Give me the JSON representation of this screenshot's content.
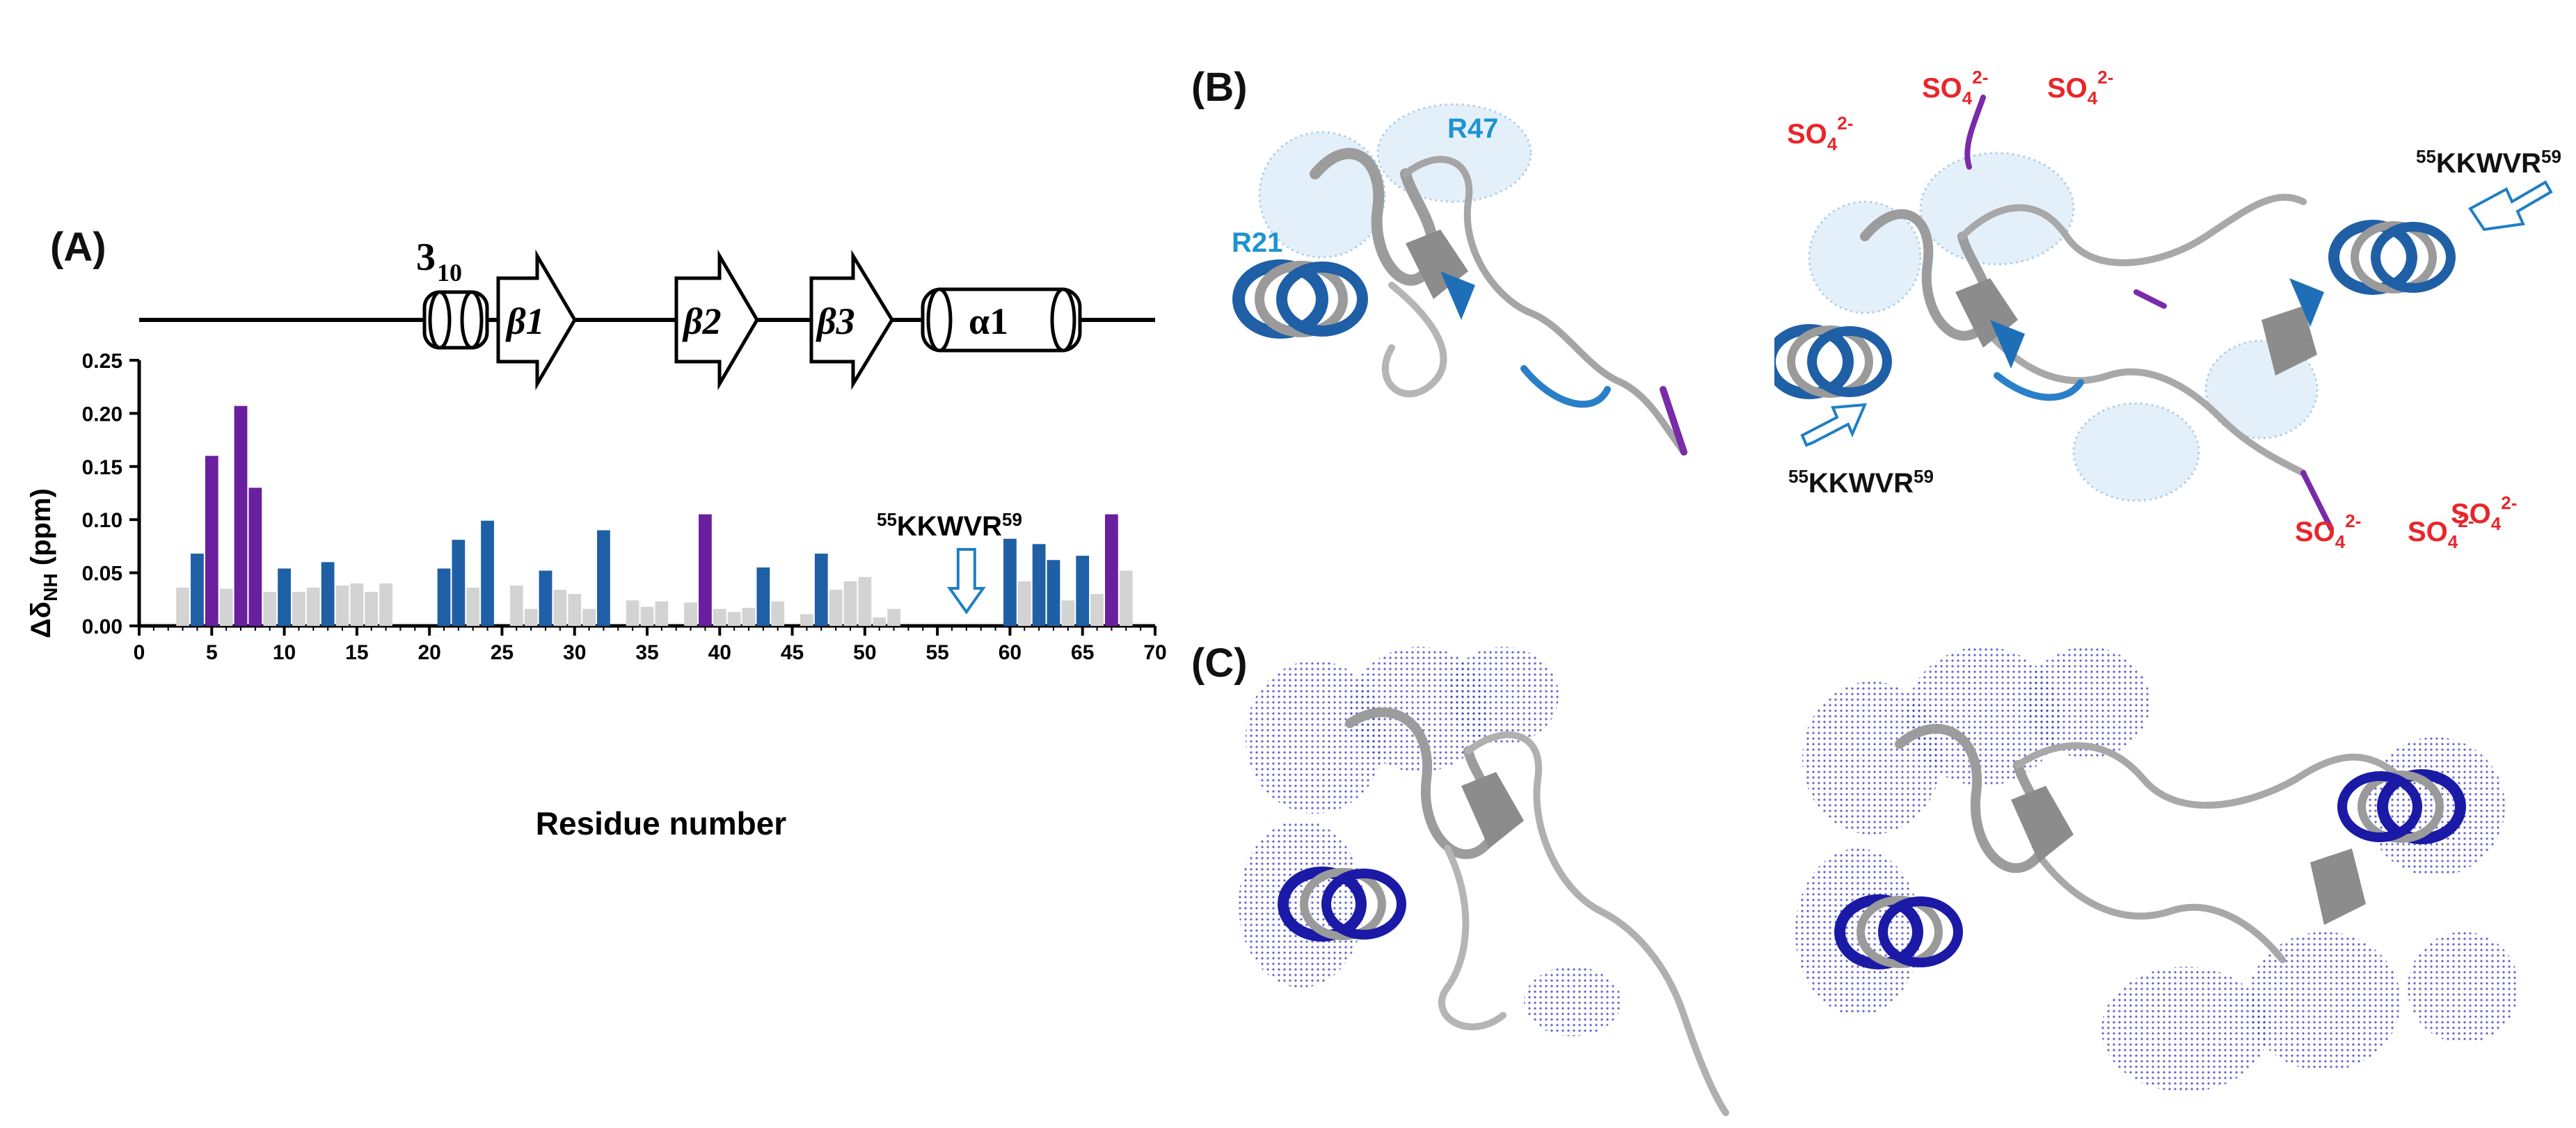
{
  "panels": {
    "a": "(A)",
    "b": "(B)",
    "c": "(C)"
  },
  "secondary_structure": {
    "elements": [
      {
        "kind": "helix",
        "label": "3",
        "sub": "10"
      },
      {
        "kind": "strand",
        "label": "β1"
      },
      {
        "kind": "strand",
        "label": "β2"
      },
      {
        "kind": "strand",
        "label": "β3"
      },
      {
        "kind": "helix",
        "label": "α1"
      }
    ]
  },
  "chart_data": {
    "type": "bar",
    "xlabel": "Residue number",
    "ylabel": "Δδ",
    "ylabel_sub": "NH",
    "ylabel_unit": " (ppm)",
    "xlim": [
      0,
      70
    ],
    "ylim": [
      0,
      0.25
    ],
    "xticks": [
      "0",
      "5",
      "10",
      "15",
      "20",
      "25",
      "30",
      "35",
      "40",
      "45",
      "50",
      "55",
      "60",
      "65",
      "70"
    ],
    "yticks": [
      "0.00",
      "0.05",
      "0.10",
      "0.15",
      "0.20",
      "0.25"
    ],
    "colors": {
      "gray": "#d3d3d3",
      "blue": "#1f5fa6",
      "purple": "#6a1f9e"
    },
    "series": [
      {
        "color": "gray",
        "bars": [
          [
            3,
            0.036
          ],
          [
            6,
            0.035
          ],
          [
            9,
            0.032
          ],
          [
            11,
            0.032
          ],
          [
            12,
            0.036
          ],
          [
            14,
            0.038
          ],
          [
            15,
            0.04
          ],
          [
            16,
            0.032
          ],
          [
            17,
            0.04
          ],
          [
            23,
            0.036
          ],
          [
            26,
            0.038
          ],
          [
            27,
            0.016
          ],
          [
            29,
            0.034
          ],
          [
            30,
            0.03
          ],
          [
            31,
            0.016
          ],
          [
            34,
            0.024
          ],
          [
            35,
            0.018
          ],
          [
            36,
            0.023
          ],
          [
            38,
            0.022
          ],
          [
            40,
            0.016
          ],
          [
            41,
            0.013
          ],
          [
            42,
            0.017
          ],
          [
            44,
            0.023
          ],
          [
            46,
            0.011
          ],
          [
            48,
            0.034
          ],
          [
            49,
            0.042
          ],
          [
            50,
            0.046
          ],
          [
            51,
            0.008
          ],
          [
            52,
            0.016
          ],
          [
            61,
            0.042
          ],
          [
            64,
            0.024
          ],
          [
            66,
            0.03
          ],
          [
            68,
            0.052
          ]
        ]
      },
      {
        "color": "blue",
        "bars": [
          [
            4,
            0.068
          ],
          [
            10,
            0.054
          ],
          [
            13,
            0.06
          ],
          [
            21,
            0.054
          ],
          [
            22,
            0.081
          ],
          [
            24,
            0.099
          ],
          [
            28,
            0.052
          ],
          [
            32,
            0.09
          ],
          [
            43,
            0.055
          ],
          [
            47,
            0.068
          ],
          [
            60,
            0.082
          ],
          [
            62,
            0.077
          ],
          [
            63,
            0.062
          ],
          [
            65,
            0.066
          ]
        ]
      },
      {
        "color": "purple",
        "bars": [
          [
            5,
            0.16
          ],
          [
            7,
            0.207
          ],
          [
            8,
            0.13
          ],
          [
            39,
            0.105
          ],
          [
            67,
            0.105
          ]
        ]
      }
    ],
    "annotation": {
      "pre": "55",
      "text": "KKWVR",
      "post": "59",
      "x": 57
    }
  },
  "structures": {
    "b_left": {
      "r47": "R47",
      "r21": "R21"
    },
    "b_right": {
      "motif_top": {
        "pre": "55",
        "text": "KKWVR",
        "post": "59"
      },
      "motif_bottom": {
        "pre": "55",
        "text": "KKWVR",
        "post": "59"
      },
      "sulfate": {
        "base": "SO",
        "sub": "4",
        "sup": "2-"
      }
    }
  }
}
